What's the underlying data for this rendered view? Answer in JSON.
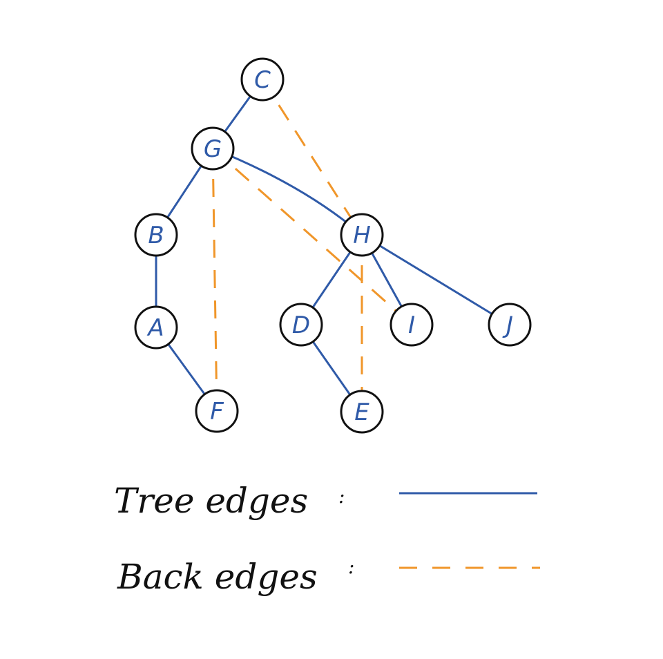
{
  "colors": {
    "tree_edge": "#2f5aa8",
    "back_edge": "#f0962a",
    "node_stroke": "#111111",
    "node_fill": "#ffffff",
    "label": "#2f5aa8",
    "legend_text": "#111111"
  },
  "nodes": [
    {
      "id": "C",
      "label": "C"
    },
    {
      "id": "G",
      "label": "G"
    },
    {
      "id": "B",
      "label": "B"
    },
    {
      "id": "H",
      "label": "H"
    },
    {
      "id": "A",
      "label": "A"
    },
    {
      "id": "D",
      "label": "D"
    },
    {
      "id": "I",
      "label": "I"
    },
    {
      "id": "J",
      "label": "J"
    },
    {
      "id": "F",
      "label": "F"
    },
    {
      "id": "E",
      "label": "E"
    }
  ],
  "tree_edges": [
    [
      "C",
      "G"
    ],
    [
      "G",
      "B"
    ],
    [
      "G",
      "H"
    ],
    [
      "B",
      "A"
    ],
    [
      "A",
      "F"
    ],
    [
      "H",
      "D"
    ],
    [
      "H",
      "I"
    ],
    [
      "H",
      "J"
    ],
    [
      "D",
      "E"
    ]
  ],
  "back_edges": [
    [
      "C",
      "H"
    ],
    [
      "G",
      "F"
    ],
    [
      "G",
      "I"
    ],
    [
      "H",
      "E"
    ]
  ],
  "legend": {
    "tree_label": "Tree edges",
    "tree_separator": ":",
    "back_label": "Back edges",
    "back_separator": ":"
  }
}
